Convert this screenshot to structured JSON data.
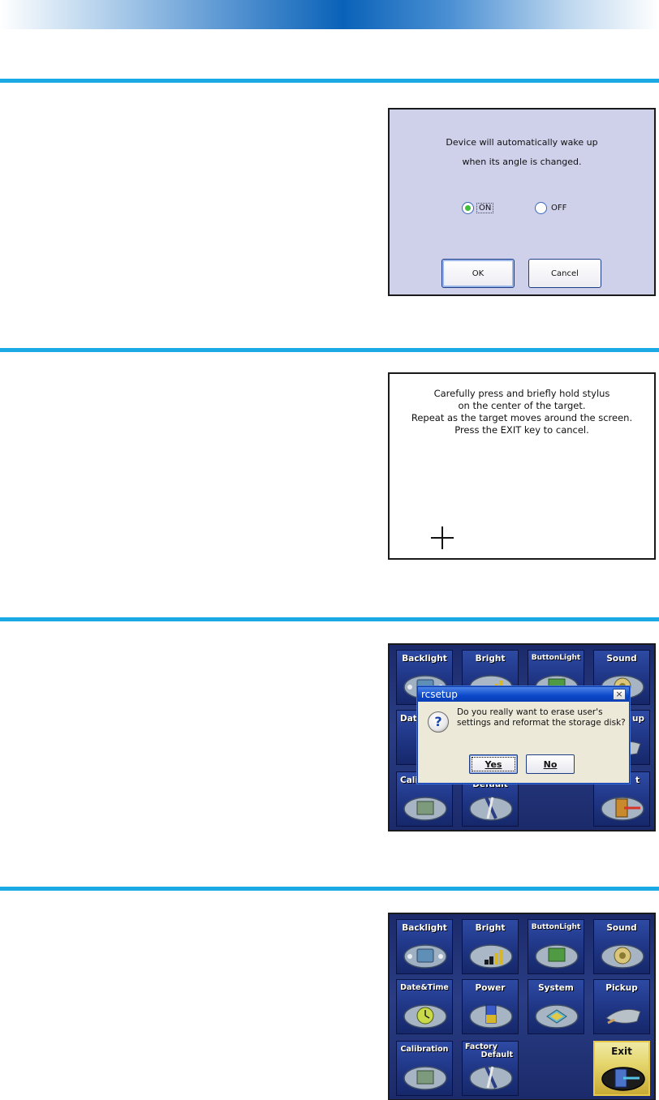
{
  "wake_dialog": {
    "message_line1": "Device will automatically wake up",
    "message_line2": "when its angle is changed.",
    "option_on": "ON",
    "option_off": "OFF",
    "selected": "ON",
    "ok_label": "OK",
    "cancel_label": "Cancel"
  },
  "calibration": {
    "lines": [
      "Carefully press and briefly hold stylus",
      "on the center of the target.",
      "Repeat as the target moves around the screen.",
      "Press the EXIT key to cancel."
    ]
  },
  "rcsetup_confirm": {
    "title": "rcsetup",
    "close_glyph": "×",
    "question_glyph": "?",
    "message": "Do you really want to erase user's settings and reformat the storage disk?",
    "yes_label": "Yes",
    "no_label": "No",
    "tiles": {
      "backlight": "Backlight",
      "bright": "Bright",
      "buttonlight": "ButtonLight",
      "sound": "Sound",
      "date_partial": "Dat",
      "pickup_partial": "up",
      "calibration_partial": "Cali",
      "default": "Default",
      "exit_partial": "t"
    }
  },
  "rcsetup_menu": {
    "tiles": {
      "backlight": "Backlight",
      "bright": "Bright",
      "buttonlight": "ButtonLight",
      "sound": "Sound",
      "datetime": "Date&Time",
      "power": "Power",
      "system": "System",
      "pickup": "Pickup",
      "calibration": "Calibration",
      "factory_line1": "Factory",
      "factory_line2": "Default",
      "exit": "Exit"
    },
    "selected_tile": "exit"
  },
  "colors": {
    "rule": "#1ba9e6",
    "dialog_bg": "#cfd0ea",
    "tile_blue": "#1f3584",
    "exit_highlight": "#e5d76e"
  }
}
